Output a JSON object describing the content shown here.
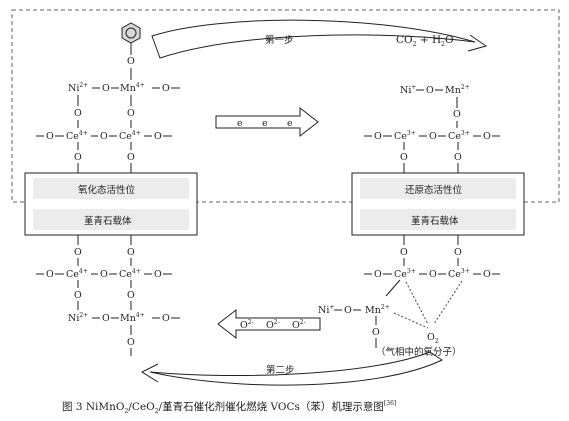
{
  "step1": "第一步",
  "step2": "第二步",
  "products": {
    "co2": "CO",
    "co2_sub": "2",
    "plus": " + H",
    "h2o_sub": "2",
    "o": "O"
  },
  "electron": "e",
  "oxygen_ion": "O",
  "oxygen_ion_sup": "2-",
  "gas_o2": {
    "o": "O",
    "sub": "2"
  },
  "gas_o2_note": "（气相中的氧分子）",
  "box_left_top": "氧化态活性位",
  "box_left_bottom": "堇青石载体",
  "box_right_top": "还原态活性位",
  "box_right_bottom": "堇青石载体",
  "atoms": {
    "ni": "Ni",
    "mn": "Mn",
    "ce": "Ce",
    "o": "O",
    "dash": "—"
  },
  "charges": {
    "ni2": "2+",
    "mn4": "4+",
    "mn2": "2+",
    "ce4": "4+",
    "ce3": "3+",
    "ni1": "+"
  },
  "caption": {
    "prefix": "图 3   NiMnO",
    "sub1": "2",
    "mid": "/CeO",
    "sub2": "2",
    "rest": "/堇青石催化剂催化燃烧 VOCs（苯）机理示意图",
    "ref": "[36]"
  },
  "colors": {
    "line": "#222222",
    "box_fill": "#ececec",
    "dashed": "#666666"
  }
}
